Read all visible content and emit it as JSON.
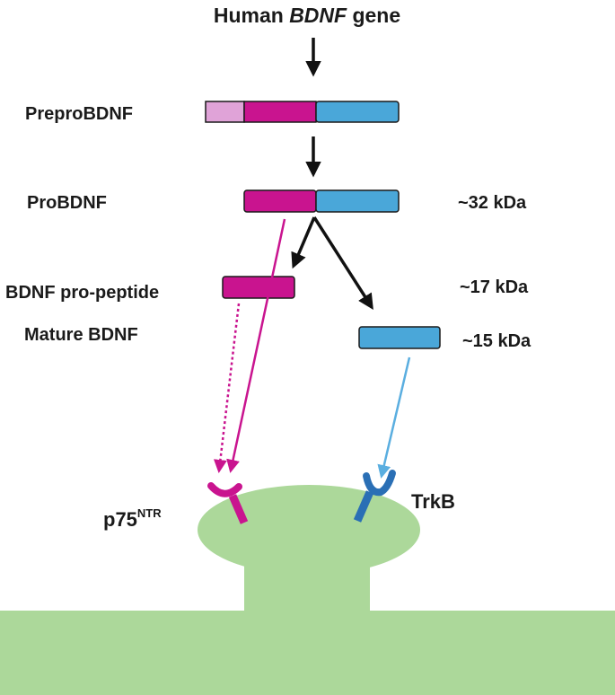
{
  "title": {
    "prefix": "Human ",
    "gene": "BDNF",
    "suffix": " gene"
  },
  "stages": {
    "prepro": {
      "label": "PreproBDNF"
    },
    "pro": {
      "label": "ProBDNF",
      "size": "~32 kDa"
    },
    "propeptide": {
      "label": "BDNF pro-peptide",
      "size": "~17 kDa"
    },
    "mature": {
      "label": "Mature BDNF",
      "size": "~15 kDa"
    }
  },
  "receptors": {
    "p75": {
      "base": "p75",
      "superscript": "NTR"
    },
    "trkb": {
      "label": "TrkB"
    }
  },
  "colors": {
    "signal_peptide": "#e0a3d8",
    "prodomain": "#c9148f",
    "mature_domain": "#4aa7d9",
    "p75_receptor": "#c9148f",
    "trkb_receptor": "#2a6fb5",
    "trkb_arrow": "#5aaee0",
    "membrane": "#acd89a",
    "arrow": "#111111"
  }
}
